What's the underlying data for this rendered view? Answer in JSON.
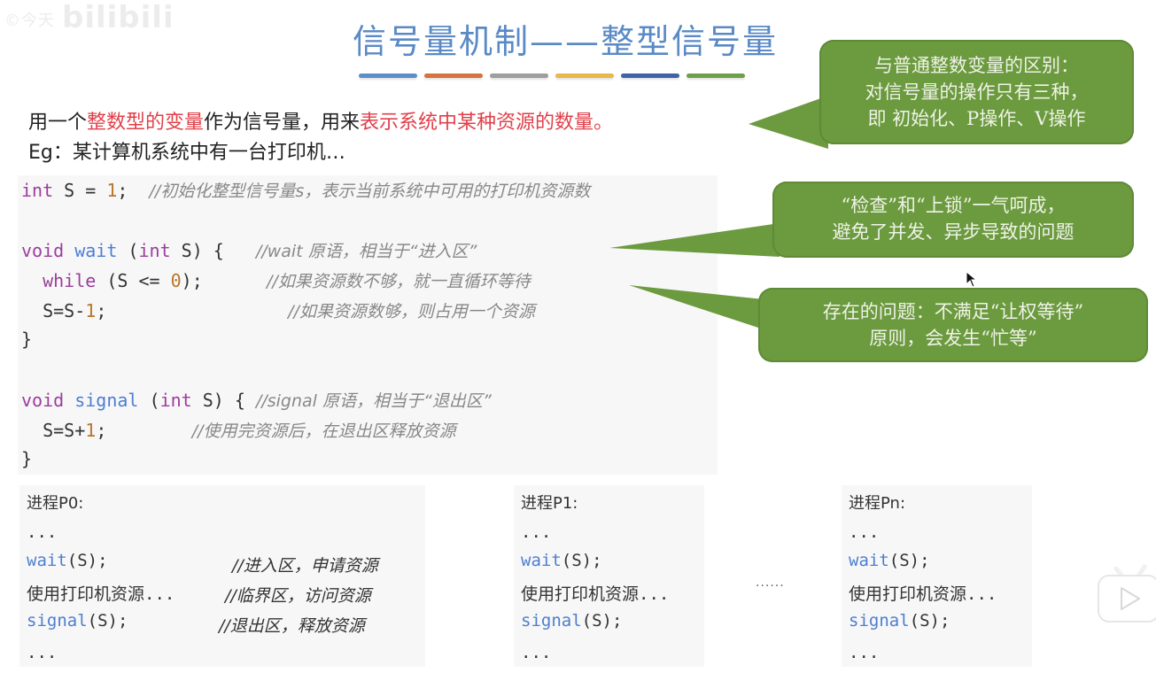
{
  "watermark": {
    "small": "©今天",
    "brand": "bilibili"
  },
  "title": "信号量机制——整型信号量",
  "title_bars": [
    "#5b8fc9",
    "#d9703f",
    "#9e9e9e",
    "#e8b84a",
    "#3e63a8",
    "#6ea04a"
  ],
  "intro": {
    "line1": {
      "p1": "用一个",
      "red1": "整数型的变量",
      "p2": "作为信号量，用来",
      "red2": "表示系统中某种资源的数量。"
    },
    "line2": "Eg：某计算机系统中有一台打印机…"
  },
  "code": {
    "l1": {
      "kw": "int",
      "rest": " S = ",
      "num": "1",
      "end": ";  ",
      "cmt": "//初始化整型信号量s，表示当前系统中可用的打印机资源数"
    },
    "l3": {
      "kw": "void",
      "fn": "wait",
      "rest1": " (",
      "kw2": "int",
      "rest2": " S) {   ",
      "cmt": "//wait 原语，相当于“进入区”"
    },
    "l4": {
      "kw": "while",
      "rest1": " (S <= ",
      "num": "0",
      "rest2": ");      ",
      "cmt": "//如果资源数不够，就一直循环等待"
    },
    "l5": {
      "rest1": "S=S-",
      "num": "1",
      "rest2": ";                 ",
      "cmt": "//如果资源数够，则占用一个资源"
    },
    "l6": "}",
    "l8": {
      "kw": "void",
      "fn": "signal",
      "rest1": " (",
      "kw2": "int",
      "rest2": " S) { ",
      "cmt": "//signal 原语，相当于“退出区”"
    },
    "l9": {
      "rest1": "S=S+",
      "num": "1",
      "rest2": ";        ",
      "cmt": "//使用完资源后，在退出区释放资源"
    },
    "l10": "}"
  },
  "bubbles": {
    "b1": [
      "与普通整数变量的区别：",
      "对信号量的操作只有三种，",
      "即 初始化、P操作、V操作"
    ],
    "b2": [
      "“检查”和“上锁”一气呵成，",
      "避免了并发、异步导致的问题"
    ],
    "b3": [
      "存在的问题：不满足“让权等待”",
      "原则，会发生“忙等”"
    ]
  },
  "processes": [
    {
      "header": "进程P0:",
      "dots1": "...",
      "wait": "wait",
      "wait_rest": "(S);",
      "wait_cmt": "//进入区，申请资源",
      "use": "使用打印机资源...",
      "use_cmt": "//临界区，访问资源",
      "signal": "signal",
      "signal_rest": "(S);",
      "signal_cmt": "//退出区，释放资源",
      "dots2": "..."
    },
    {
      "header": "进程P1:",
      "dots1": "...",
      "wait": "wait",
      "wait_rest": "(S);",
      "use": "使用打印机资源...",
      "signal": "signal",
      "signal_rest": "(S);",
      "dots2": "..."
    },
    {
      "header": "进程Pn:",
      "dots1": "...",
      "wait": "wait",
      "wait_rest": "(S);",
      "use": "使用打印机资源...",
      "signal": "signal",
      "signal_rest": "(S);",
      "dots2": "..."
    }
  ],
  "between_dots": "......",
  "icons": {
    "player": "bilibili-tv-play-icon",
    "cursor": "mouse-cursor-icon"
  }
}
